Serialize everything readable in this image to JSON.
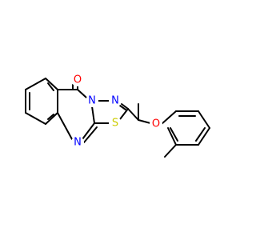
{
  "molecule": {
    "colors": {
      "bond": "#000000",
      "N": "#0000ff",
      "O": "#ff0000",
      "S": "#cccc00"
    },
    "atoms": [
      {
        "id": "O1",
        "element": "O",
        "label": "O"
      },
      {
        "id": "N1",
        "element": "N",
        "label": "N"
      },
      {
        "id": "N2",
        "element": "N",
        "label": "N"
      },
      {
        "id": "N3",
        "element": "N",
        "label": "N"
      },
      {
        "id": "S1",
        "element": "S",
        "label": "S"
      },
      {
        "id": "O2",
        "element": "O",
        "label": "O"
      }
    ]
  }
}
